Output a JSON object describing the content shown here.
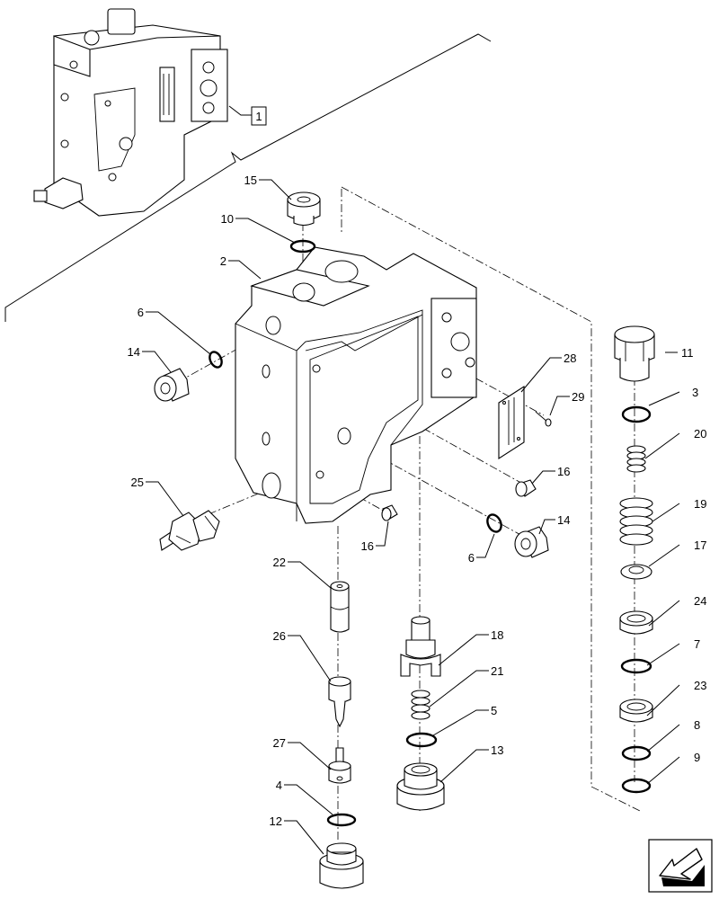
{
  "callouts": {
    "assembly_ref": "1",
    "c2": "2",
    "c3": "3",
    "c4": "4",
    "c5": "5",
    "c6a": "6",
    "c6b": "6",
    "c7": "7",
    "c8": "8",
    "c9": "9",
    "c10": "10",
    "c11": "11",
    "c12": "12",
    "c13": "13",
    "c14a": "14",
    "c14b": "14",
    "c15": "15",
    "c16a": "16",
    "c16b": "16",
    "c17": "17",
    "c18": "18",
    "c19": "19",
    "c20": "20",
    "c21": "21",
    "c22": "22",
    "c23": "23",
    "c24": "24",
    "c25": "25",
    "c26": "26",
    "c27": "27",
    "c28": "28",
    "c29": "29"
  },
  "icons": {
    "nav": "back-arrow-icon"
  }
}
